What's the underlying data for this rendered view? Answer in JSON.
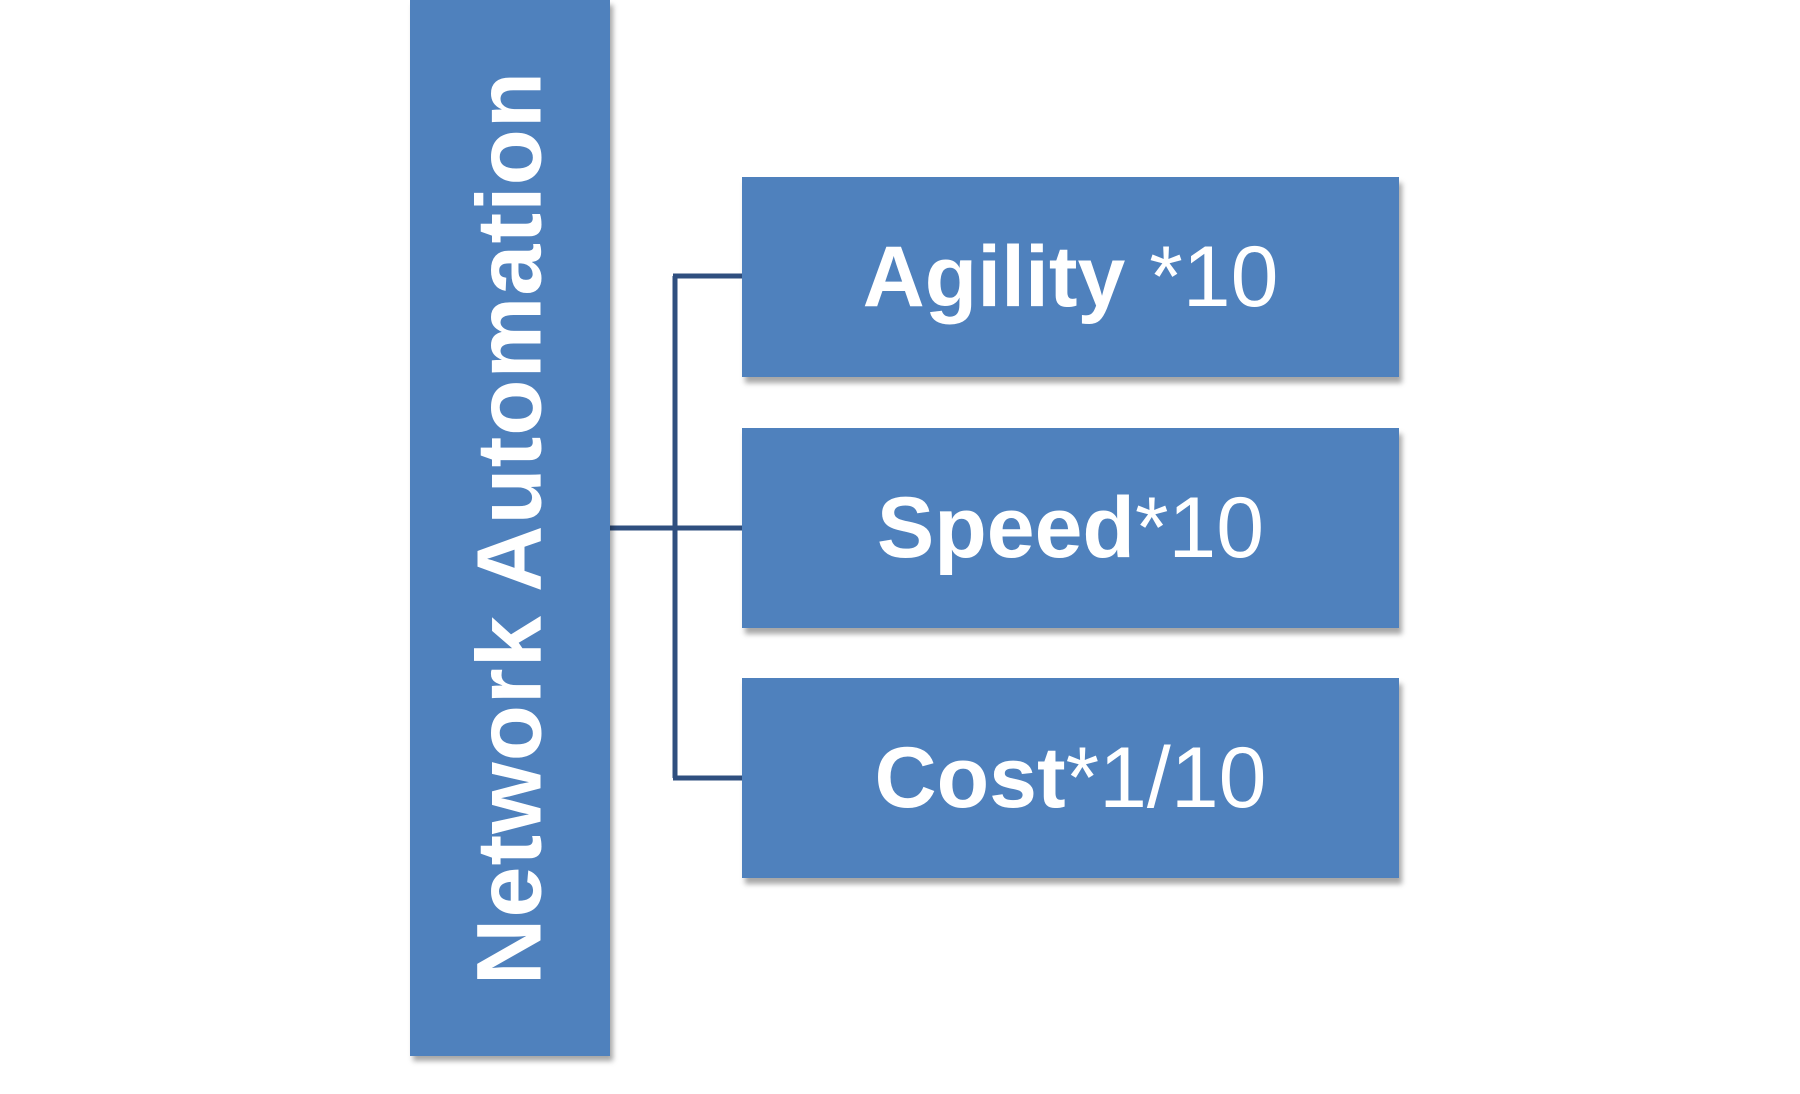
{
  "diagram": {
    "root": {
      "label": "Network Automation"
    },
    "children": [
      {
        "name_part": "Agility",
        "multiplier_part": " *10"
      },
      {
        "name_part": "Speed",
        "multiplier_part": "*10"
      },
      {
        "name_part": "Cost",
        "multiplier_part": "*1/10"
      }
    ]
  },
  "colors": {
    "box_fill": "#4f81bd",
    "connector": "#2f4f7f",
    "text": "#ffffff"
  }
}
